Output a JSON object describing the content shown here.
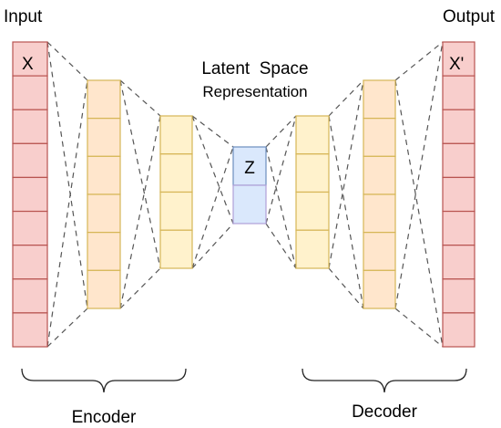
{
  "labels": {
    "input": "Input",
    "output": "Output",
    "latent_line1": "Latent  Space",
    "latent_line2": "Representation",
    "encoder": "Encoder",
    "decoder": "Decoder",
    "x": "X",
    "x_prime": "X'",
    "z": "Z"
  },
  "colors": {
    "io_fill": "#f8cecc",
    "io_stroke": "#b85450",
    "encoder_outer_fill": "#ffe6cc",
    "encoder_outer_stroke": "#d6b656",
    "encoder_inner_fill": "#fff2cc",
    "encoder_inner_stroke": "#d6b656",
    "z_top_fill": "#dae8fc",
    "z_bottom_fill": "#dae8fc",
    "z_stroke": "#6c8ebf",
    "z_bottom_stroke": "#b0a0d8",
    "connector": "#555555"
  },
  "layers": [
    {
      "role": "input",
      "cells": 9
    },
    {
      "role": "encoder-hidden-1",
      "cells": 6
    },
    {
      "role": "encoder-hidden-2",
      "cells": 4
    },
    {
      "role": "latent",
      "cells": 2
    },
    {
      "role": "decoder-hidden-1",
      "cells": 4
    },
    {
      "role": "decoder-hidden-2",
      "cells": 6
    },
    {
      "role": "output",
      "cells": 9
    }
  ]
}
